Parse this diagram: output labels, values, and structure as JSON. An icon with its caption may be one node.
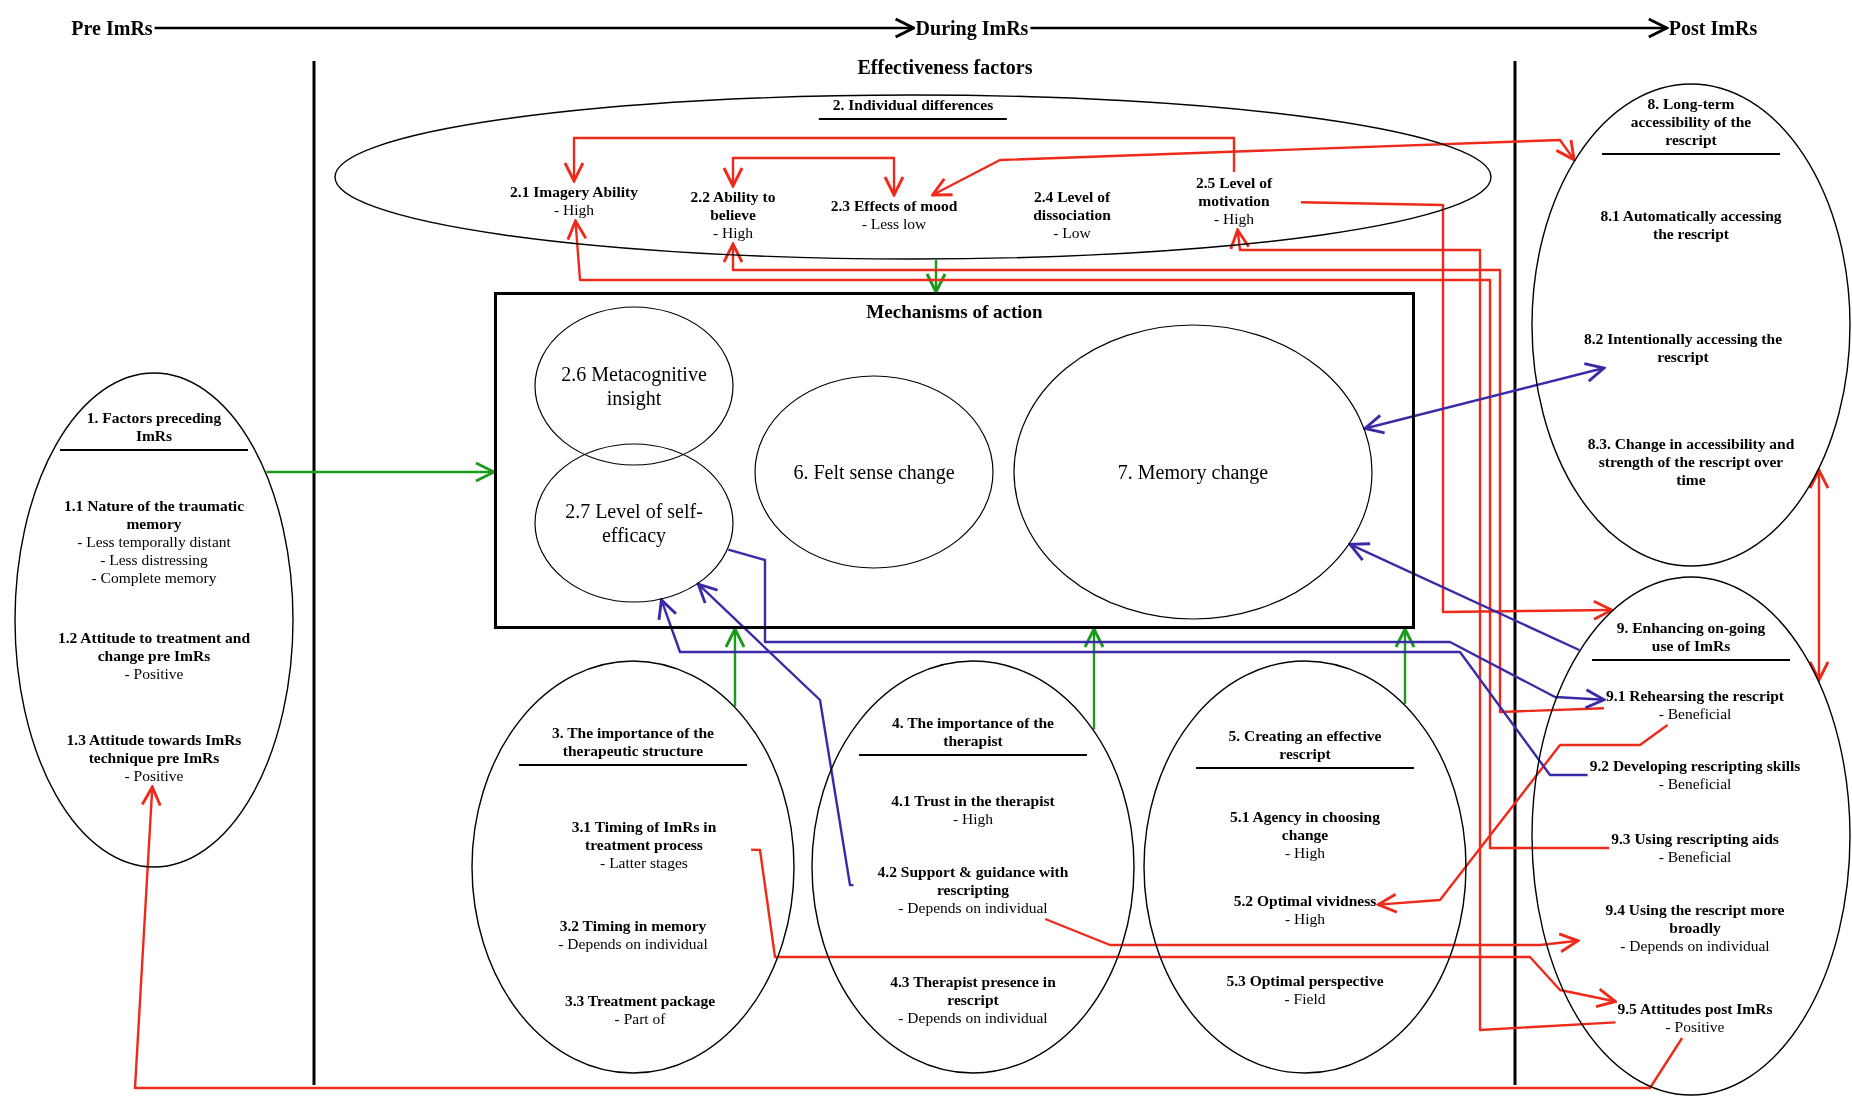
{
  "diagram": {
    "nodes": [
      {
        "text": [
          "Pre ImRs"
        ]
      },
      {
        "text": [
          "During ImRs"
        ]
      },
      {
        "text": [
          "Post ImRs"
        ]
      },
      {
        "text": [
          "2. Individual differences"
        ]
      },
      {
        "text": [
          "2.1 Imagery Ability",
          "- High"
        ],
        "in": 3
      },
      {
        "text": [
          "2.2 Ability to believe",
          "- High"
        ],
        "in": 3
      },
      {
        "text": [
          "2.3 Effects of mood",
          "- Less low"
        ],
        "in": 3
      },
      {
        "text": [
          "2.4 Level of dissociation",
          "- Low"
        ],
        "in": 3
      },
      {
        "text": [
          "2.5 Level of motivation",
          "- High"
        ],
        "in": 3
      },
      {
        "text": [
          "8. Long-term accessibility of the rescript"
        ]
      },
      {
        "text": [
          "8.1 Automatically accessing the rescript"
        ],
        "in": 9
      },
      {
        "text": [
          "8.2 Intentionally accessing the rescript"
        ],
        "in": 9
      },
      {
        "text": [
          "8.3. Change in accessibility and strength of the rescript over time"
        ],
        "in": 9
      },
      {
        "text": [
          "1. Factors preceding ImRs"
        ]
      },
      {
        "text": [
          "1.1 Nature of the traumatic memory",
          "- Less temporally distant",
          "- Less distressing",
          "- Complete memory"
        ],
        "in": 13
      },
      {
        "text": [
          "1.2 Attitude to treatment and change pre ImRs",
          "- Positive"
        ],
        "in": 13
      },
      {
        "text": [
          "1.3 Attitude towards ImRs technique pre ImRs",
          "- Positive"
        ],
        "in": 13
      },
      {
        "text": [
          "Mechanisms of action"
        ]
      },
      {
        "text": [
          "2.6 Metacognitive insight"
        ],
        "in": 17
      },
      {
        "text": [
          "2.7 Level of self-efficacy"
        ],
        "in": 17
      },
      {
        "text": [
          "6. Felt sense change"
        ],
        "in": 17
      },
      {
        "text": [
          "7. Memory change"
        ],
        "in": 17
      },
      {
        "text": [
          "9. Enhancing on-going use of ImRs"
        ]
      },
      {
        "text": [
          "9.1 Rehearsing the rescript",
          "- Beneficial"
        ],
        "in": 22
      },
      {
        "text": [
          "9.2 Developing rescripting skills",
          "- Beneficial"
        ],
        "in": 22
      },
      {
        "text": [
          "9.3 Using rescripting aids",
          "- Beneficial"
        ],
        "in": 22
      },
      {
        "text": [
          "9.4 Using the rescript more broadly",
          "- Depends on individual"
        ],
        "in": 22
      },
      {
        "text": [
          "9.5 Attitudes post ImRs",
          "- Positive"
        ],
        "in": 22
      },
      {
        "text": [
          "3. The importance of the therapeutic structure"
        ]
      },
      {
        "text": [
          "3.1 Timing of ImRs in treatment process",
          "- Latter stages"
        ],
        "in": 28
      },
      {
        "text": [
          "3.2 Timing in memory",
          "- Depends on individual"
        ],
        "in": 28
      },
      {
        "text": [
          "3.3 Treatment package",
          "- Part of"
        ],
        "in": 28
      },
      {
        "text": [
          "4. The importance of the therapist"
        ]
      },
      {
        "text": [
          "4.1 Trust in the therapist",
          "- High"
        ],
        "in": 32
      },
      {
        "text": [
          "4.2 Support & guidance with rescripting",
          "- Depends on individual"
        ],
        "in": 32
      },
      {
        "text": [
          "4.3 Therapist presence in rescript",
          "- Depends on individual"
        ],
        "in": 32
      },
      {
        "text": [
          "5. Creating an effective rescript"
        ]
      },
      {
        "text": [
          "5.1 Agency in choosing change",
          "- High"
        ],
        "in": 36
      },
      {
        "text": [
          "5.2 Optimal vividness",
          "- High"
        ],
        "in": 36
      },
      {
        "text": [
          "5.3 Optimal perspective",
          "- Field"
        ],
        "in": 36
      }
    ],
    "edges": [
      {
        "from": 0,
        "to": 1,
        "arrow": "to",
        "color": "#000000"
      },
      {
        "from": 1,
        "to": 2,
        "arrow": "to",
        "color": "#000000"
      },
      {
        "from": 3,
        "to": 17,
        "arrow": "to",
        "color": "#1a9a1a"
      },
      {
        "from": 13,
        "to": 17,
        "arrow": "to",
        "color": "#1a9a1a"
      },
      {
        "from": 28,
        "to": 17,
        "arrow": "to",
        "color": "#1a9a1a"
      },
      {
        "from": 32,
        "to": 17,
        "arrow": "to",
        "color": "#1a9a1a"
      },
      {
        "from": 36,
        "to": 17,
        "arrow": "to",
        "color": "#1a9a1a"
      },
      {
        "from": 8,
        "to": 4,
        "arrow": "to"
      },
      {
        "from": 5,
        "to": 6,
        "arrow": "both"
      },
      {
        "from": 6,
        "to": 9,
        "arrow": "both"
      },
      {
        "from": 25,
        "to": 4,
        "arrow": "to"
      },
      {
        "from": 23,
        "to": 5,
        "arrow": "to"
      },
      {
        "from": 27,
        "to": 8,
        "arrow": "to"
      },
      {
        "from": 8,
        "to": 22,
        "arrow": "to"
      },
      {
        "from": 9,
        "to": 22,
        "arrow": "both"
      },
      {
        "from": 23,
        "to": 38,
        "arrow": "to"
      },
      {
        "from": 29,
        "to": 27,
        "arrow": "to"
      },
      {
        "from": 34,
        "to": 26,
        "arrow": "to"
      },
      {
        "from": 27,
        "to": 16,
        "arrow": "to"
      },
      {
        "from": 21,
        "to": 11,
        "arrow": "both",
        "color": "#3a2aa8"
      },
      {
        "from": 22,
        "to": 21,
        "arrow": "to",
        "color": "#3a2aa8"
      },
      {
        "from": 19,
        "to": 23,
        "arrow": "to",
        "color": "#3a2aa8"
      },
      {
        "from": 24,
        "to": 19,
        "arrow": "to",
        "color": "#3a2aa8"
      },
      {
        "from": 34,
        "to": 19,
        "arrow": "to",
        "color": "#3a2aa8"
      }
    ],
    "labels": [
      "Effectiveness factors"
    ]
  }
}
